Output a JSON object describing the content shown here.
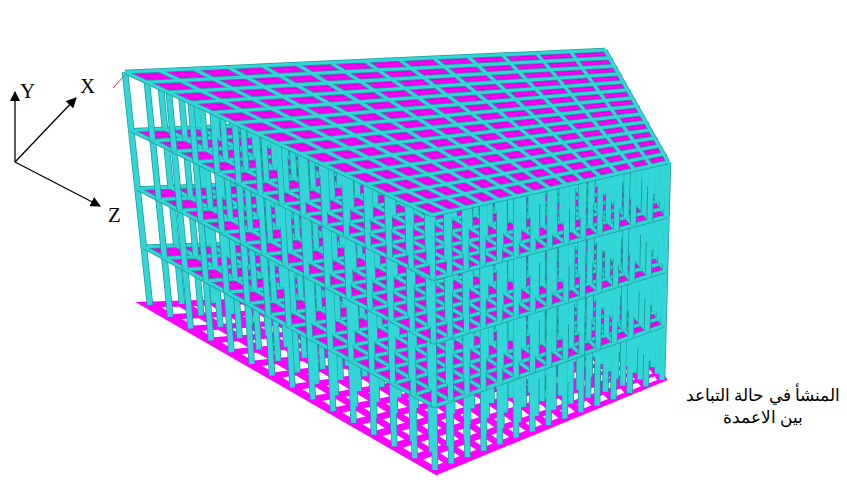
{
  "diagram": {
    "caption": "المنشأ في حالة التباعد بين الاعمدة",
    "labels": [
      "Y",
      "X",
      "Z"
    ]
  }
}
